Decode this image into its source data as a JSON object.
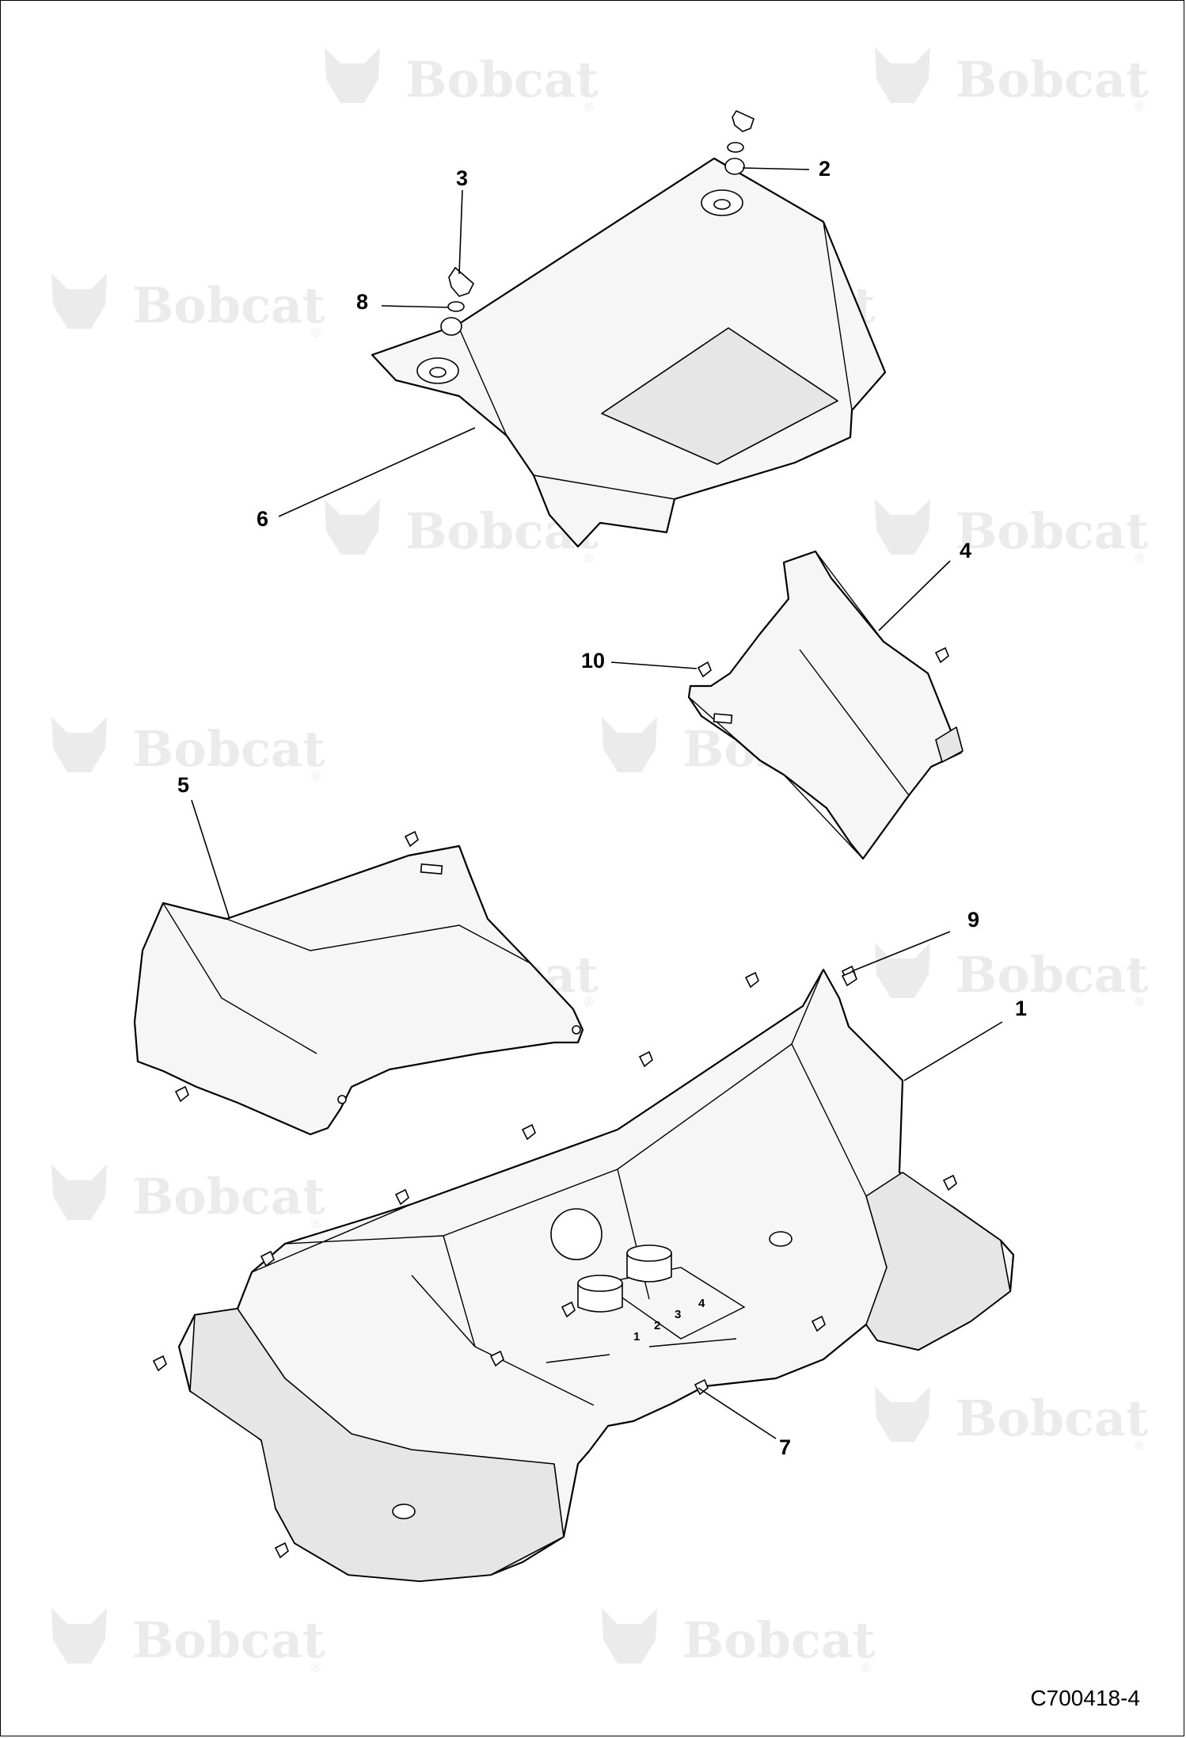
{
  "diagram": {
    "reference_code": "C700418-4",
    "watermark": {
      "brand": "Bobcat",
      "mark": "®"
    },
    "callouts": [
      {
        "id": "1",
        "label": "1"
      },
      {
        "id": "2",
        "label": "2"
      },
      {
        "id": "3",
        "label": "3"
      },
      {
        "id": "4",
        "label": "4"
      },
      {
        "id": "5",
        "label": "5"
      },
      {
        "id": "6",
        "label": "6"
      },
      {
        "id": "7",
        "label": "7"
      },
      {
        "id": "8",
        "label": "8"
      },
      {
        "id": "9",
        "label": "9"
      },
      {
        "id": "10",
        "label": "10"
      }
    ],
    "floor_digits": [
      "1",
      "2",
      "3",
      "4"
    ],
    "colors": {
      "line": "#000000",
      "part_fill": "#f6f6f6",
      "watermark": "#ebebeb"
    }
  }
}
